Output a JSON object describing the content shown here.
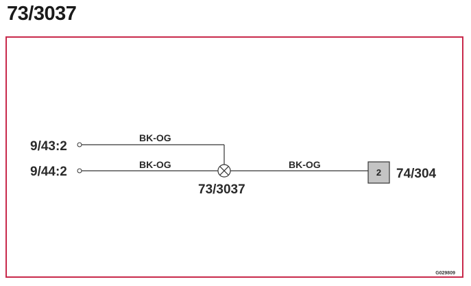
{
  "title": "73/3037",
  "colors": {
    "frame_border": "#c8284a",
    "wire": "#333333",
    "connector_fill": "#c4c4c4"
  },
  "terminals": [
    {
      "label": "9/43:2"
    },
    {
      "label": "9/44:2"
    }
  ],
  "wires": [
    {
      "label": "BK-OG"
    },
    {
      "label": "BK-OG"
    },
    {
      "label": "BK-OG"
    }
  ],
  "splice": {
    "label": "73/3037",
    "icon": "splice-cross-circle-icon"
  },
  "connector": {
    "pin": "2",
    "label": "74/304"
  },
  "reference_code": "G029809"
}
